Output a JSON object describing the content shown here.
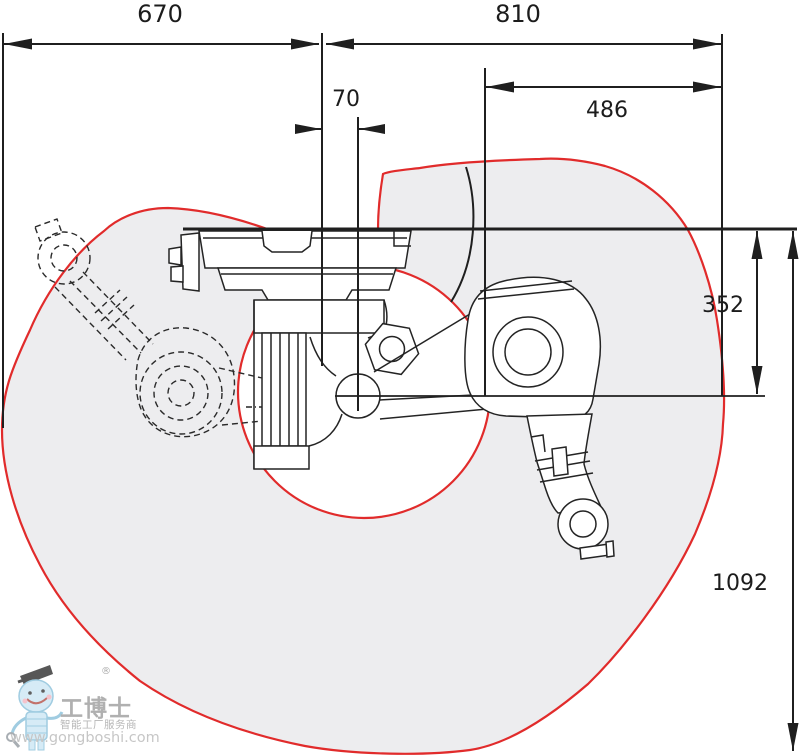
{
  "diagram": {
    "type": "robot-working-range-side-view",
    "dimension_labels": {
      "left_reach": "670",
      "right_reach": "810",
      "center_offset": "70",
      "upper_reach": "486",
      "upper_depth": "352",
      "total_depth": "1092"
    },
    "colors": {
      "envelope_stroke": "#e12b2b",
      "envelope_fill": "#ededef",
      "line": "#1f1f1f"
    }
  },
  "watermark": {
    "brand": "工博士",
    "registered_mark": "®",
    "tagline": "智能工厂服务商",
    "website": "www.gongboshi.com"
  }
}
